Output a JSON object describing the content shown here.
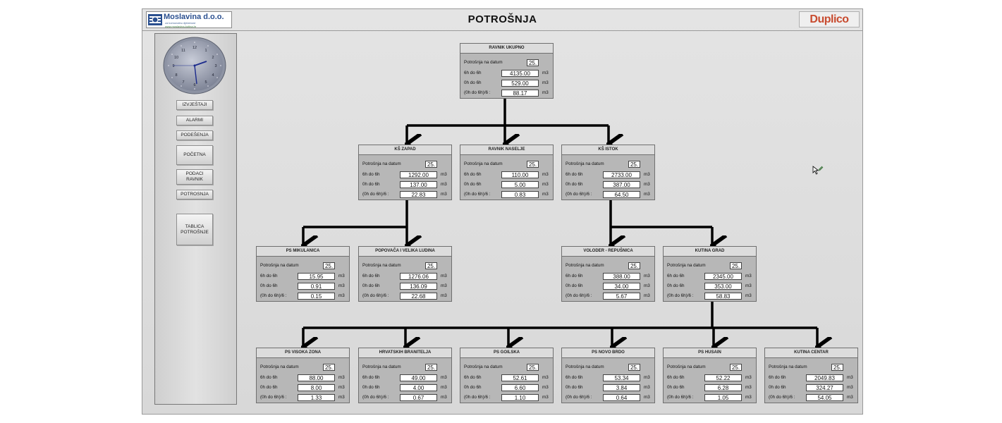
{
  "header": {
    "title": "POTROŠNJA",
    "logo_left_name": "Moslavina d.o.o.",
    "logo_left_sub": "za komunalnu djelatnost",
    "logo_left_url": "www.moslavina-kutina.hr",
    "logo_right": "Duplico"
  },
  "nav": {
    "izvjestaji": "IZVJEŠTAJI",
    "alarmi": "ALARMI",
    "podesenja": "PODEŠENJA",
    "pocetna": "POČETNA",
    "podaci_ravnik": "PODACI RAVNIK",
    "potrosnja": "POTROSNJA",
    "tablica": "TABLICA POTROŠNJE"
  },
  "clock": {
    "numbers": [
      "12",
      "1",
      "2",
      "3",
      "4",
      "5",
      "6",
      "7",
      "8",
      "9",
      "10",
      "11"
    ]
  },
  "labels": {
    "datum": "Potrošnja na datum",
    "r1": "6h do 6h",
    "r2": "0h do 6h",
    "r3": "(0h do 6h)/6 :",
    "unit": "m3"
  },
  "nodes": {
    "ravnik_ukupno": {
      "name": "RAVNIK UKUPNO",
      "date": "25.",
      "v1": "4135.00",
      "v2": "529.00",
      "v3": "88.17"
    },
    "ks_zapad": {
      "name": "KŠ ZAPAD",
      "date": "25.",
      "v1": "1292.00",
      "v2": "137.00",
      "v3": "22.83"
    },
    "ravnik_naselje": {
      "name": "RAVNIK NASELJE",
      "date": "25.",
      "v1": "110.00",
      "v2": "5.00",
      "v3": "0.83"
    },
    "ks_istok": {
      "name": "KŠ ISTOK",
      "date": "25.",
      "v1": "2733.00",
      "v2": "387.00",
      "v3": "64.50"
    },
    "ps_mikulanica": {
      "name": "PS MIKULANICA",
      "date": "25.",
      "v1": "15.95",
      "v2": "0.91",
      "v3": "0.15"
    },
    "popovaca": {
      "name": "POPOVAČA I VELIKA LUDINA",
      "date": "25.",
      "v1": "1276.06",
      "v2": "136.09",
      "v3": "22.68"
    },
    "voloder": {
      "name": "VOLODER - REPUŠNICA",
      "date": "25.",
      "v1": "388.00",
      "v2": "34.00",
      "v3": "5.67"
    },
    "kutina_grad": {
      "name": "KUTINA GRAD",
      "date": "25.",
      "v1": "2345.00",
      "v2": "353.00",
      "v3": "58.83"
    },
    "ps_visoka_zona": {
      "name": "PS VISOKA ZONA",
      "date": "25.",
      "v1": "88.00",
      "v2": "8.00",
      "v3": "1.33"
    },
    "hrvatskih_branitelja": {
      "name": "HRVATSKIH BRANITELJA",
      "date": "25.",
      "v1": "49.00",
      "v2": "4.00",
      "v3": "0.67"
    },
    "ps_goilska": {
      "name": "PS GOILSKA",
      "date": "25.",
      "v1": "52.61",
      "v2": "6.60",
      "v3": "1.10"
    },
    "ps_novo_brdo": {
      "name": "PS NOVO BRDO",
      "date": "25.",
      "v1": "53.34",
      "v2": "3.84",
      "v3": "0.64"
    },
    "ps_husain": {
      "name": "PS HUSAIN",
      "date": "25.",
      "v1": "52.22",
      "v2": "6.28",
      "v3": "1.05"
    },
    "kutina_centar": {
      "name": "KUTINA CENTAR",
      "date": "25.",
      "v1": "2049.83",
      "v2": "324.27",
      "v3": "54.05"
    }
  }
}
